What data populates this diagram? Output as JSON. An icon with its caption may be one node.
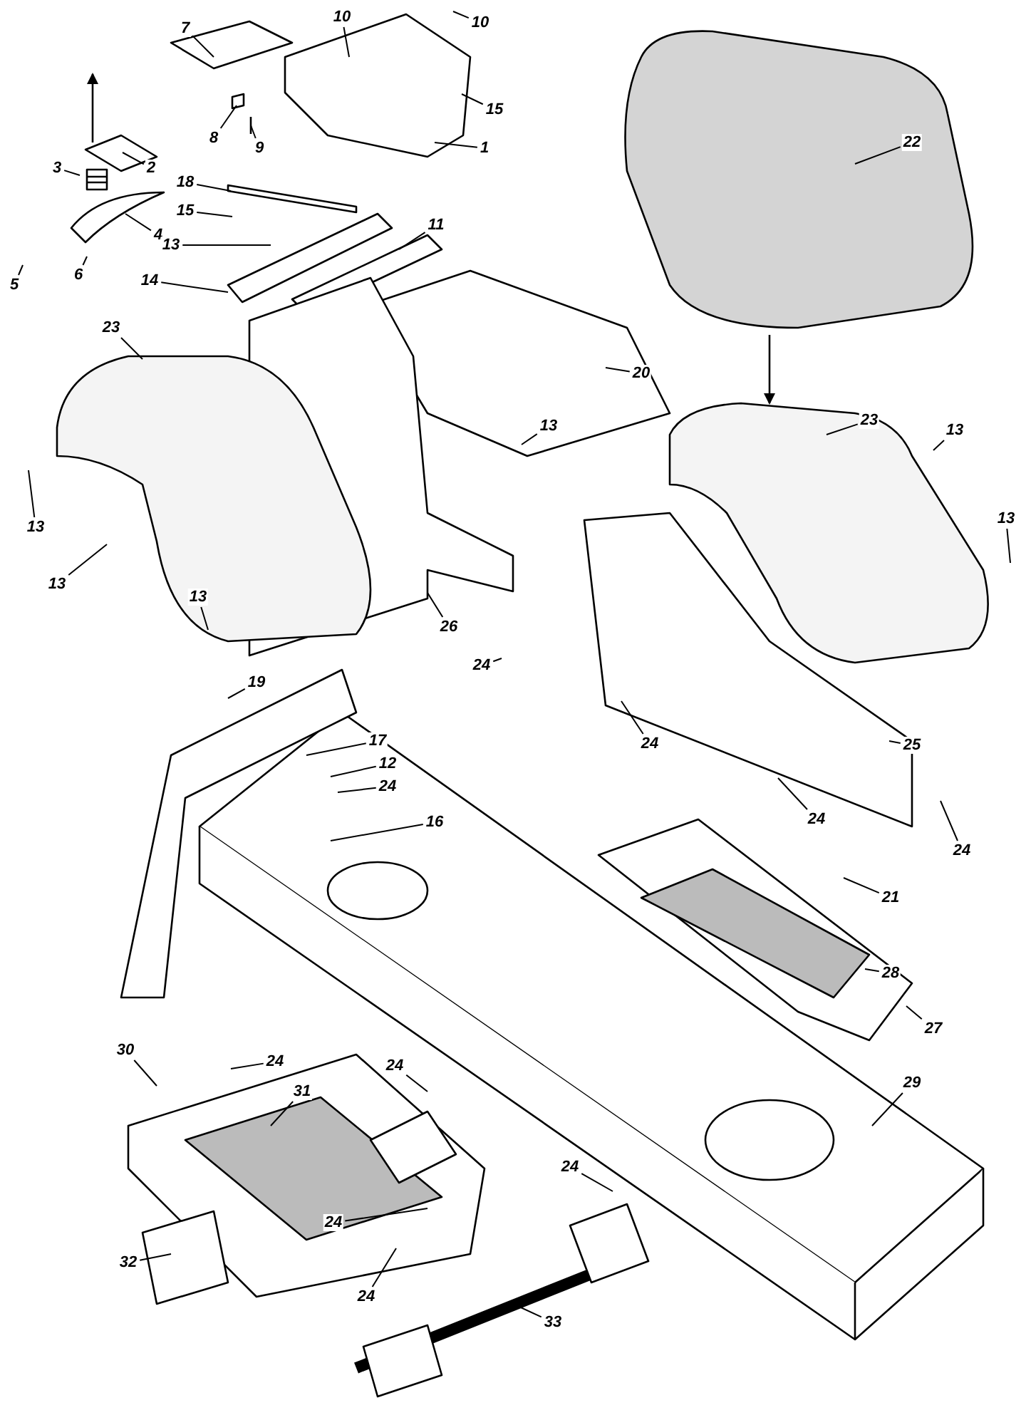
{
  "diagram": {
    "nodes": [
      {
        "text": [
          "7"
        ]
      },
      {
        "text": [
          "10"
        ]
      },
      {
        "text": [
          "10"
        ]
      },
      {
        "text": [
          "15"
        ]
      },
      {
        "text": [
          "8"
        ]
      },
      {
        "text": [
          "9"
        ]
      },
      {
        "text": [
          "1"
        ]
      },
      {
        "text": [
          "2"
        ]
      },
      {
        "text": [
          "22"
        ]
      },
      {
        "text": [
          "3"
        ]
      },
      {
        "text": [
          "18"
        ]
      },
      {
        "text": [
          "15"
        ]
      },
      {
        "text": [
          "4"
        ]
      },
      {
        "text": [
          "11"
        ]
      },
      {
        "text": [
          "13"
        ]
      },
      {
        "text": [
          "6"
        ]
      },
      {
        "text": [
          "14"
        ]
      },
      {
        "text": [
          "5"
        ]
      },
      {
        "text": [
          "23"
        ]
      },
      {
        "text": [
          "20"
        ]
      },
      {
        "text": [
          "23"
        ]
      },
      {
        "text": [
          "13"
        ]
      },
      {
        "text": [
          "13"
        ]
      },
      {
        "text": [
          "13"
        ]
      },
      {
        "text": [
          "13"
        ]
      },
      {
        "text": [
          "13"
        ]
      },
      {
        "text": [
          "13"
        ]
      },
      {
        "text": [
          "26"
        ]
      },
      {
        "text": [
          "24"
        ]
      },
      {
        "text": [
          "19"
        ]
      },
      {
        "text": [
          "17"
        ]
      },
      {
        "text": [
          "24"
        ]
      },
      {
        "text": [
          "25"
        ]
      },
      {
        "text": [
          "12"
        ]
      },
      {
        "text": [
          "24"
        ]
      },
      {
        "text": [
          "24"
        ]
      },
      {
        "text": [
          "16"
        ]
      },
      {
        "text": [
          "24"
        ]
      },
      {
        "text": [
          "21"
        ]
      },
      {
        "text": [
          "28"
        ]
      },
      {
        "text": [
          "27"
        ]
      },
      {
        "text": [
          "30"
        ]
      },
      {
        "text": [
          "24"
        ]
      },
      {
        "text": [
          "24"
        ]
      },
      {
        "text": [
          "29"
        ]
      },
      {
        "text": [
          "31"
        ]
      },
      {
        "text": [
          "24"
        ]
      },
      {
        "text": [
          "24"
        ]
      },
      {
        "text": [
          "32"
        ]
      },
      {
        "text": [
          "24"
        ]
      },
      {
        "text": [
          "33"
        ]
      }
    ],
    "edges": [
      {
        "from": 0,
        "to": null,
        "arrow": "none"
      },
      {
        "from": 1,
        "to": null,
        "arrow": "none"
      },
      {
        "from": 2,
        "to": null,
        "arrow": "none"
      },
      {
        "from": 3,
        "to": null,
        "arrow": "none"
      },
      {
        "from": 4,
        "to": null,
        "arrow": "none"
      },
      {
        "from": 5,
        "to": null,
        "arrow": "none"
      },
      {
        "from": 6,
        "to": null,
        "arrow": "none"
      },
      {
        "from": 7,
        "to": null,
        "arrow": "none"
      },
      {
        "from": 8,
        "to": null,
        "arrow": "none"
      },
      {
        "from": 9,
        "to": null,
        "arrow": "none"
      },
      {
        "from": 10,
        "to": null,
        "arrow": "none"
      },
      {
        "from": 11,
        "to": null,
        "arrow": "none"
      },
      {
        "from": 12,
        "to": null,
        "arrow": "none"
      },
      {
        "from": 13,
        "to": null,
        "arrow": "none"
      },
      {
        "from": 14,
        "to": null,
        "arrow": "none"
      },
      {
        "from": 15,
        "to": null,
        "arrow": "none"
      },
      {
        "from": 16,
        "to": null,
        "arrow": "none"
      },
      {
        "from": 17,
        "to": null,
        "arrow": "none"
      },
      {
        "from": 18,
        "to": null,
        "arrow": "none"
      },
      {
        "from": 19,
        "to": null,
        "arrow": "none"
      },
      {
        "from": 20,
        "to": null,
        "arrow": "none"
      },
      {
        "from": 21,
        "to": null,
        "arrow": "none"
      },
      {
        "from": 22,
        "to": null,
        "arrow": "none"
      },
      {
        "from": 23,
        "to": null,
        "arrow": "none"
      },
      {
        "from": 24,
        "to": null,
        "arrow": "none"
      },
      {
        "from": 25,
        "to": null,
        "arrow": "none"
      },
      {
        "from": 26,
        "to": null,
        "arrow": "none"
      },
      {
        "from": 27,
        "to": null,
        "arrow": "none"
      },
      {
        "from": 28,
        "to": null,
        "arrow": "none"
      },
      {
        "from": 29,
        "to": null,
        "arrow": "none"
      },
      {
        "from": 30,
        "to": null,
        "arrow": "none"
      },
      {
        "from": 31,
        "to": null,
        "arrow": "none"
      },
      {
        "from": 32,
        "to": null,
        "arrow": "none"
      },
      {
        "from": 33,
        "to": null,
        "arrow": "none"
      },
      {
        "from": 34,
        "to": null,
        "arrow": "none"
      },
      {
        "from": 35,
        "to": null,
        "arrow": "none"
      },
      {
        "from": 36,
        "to": null,
        "arrow": "none"
      },
      {
        "from": 37,
        "to": null,
        "arrow": "none"
      },
      {
        "from": 38,
        "to": null,
        "arrow": "none"
      },
      {
        "from": 39,
        "to": null,
        "arrow": "none"
      },
      {
        "from": 40,
        "to": null,
        "arrow": "none"
      },
      {
        "from": 41,
        "to": null,
        "arrow": "none"
      },
      {
        "from": 42,
        "to": null,
        "arrow": "none"
      },
      {
        "from": 43,
        "to": null,
        "arrow": "none"
      },
      {
        "from": 44,
        "to": null,
        "arrow": "none"
      },
      {
        "from": 45,
        "to": null,
        "arrow": "none"
      },
      {
        "from": 46,
        "to": null,
        "arrow": "none"
      },
      {
        "from": 47,
        "to": null,
        "arrow": "none"
      },
      {
        "from": 48,
        "to": null,
        "arrow": "none"
      },
      {
        "from": 49,
        "to": null,
        "arrow": "none"
      },
      {
        "from": 50,
        "to": null,
        "arrow": "none"
      }
    ]
  }
}
